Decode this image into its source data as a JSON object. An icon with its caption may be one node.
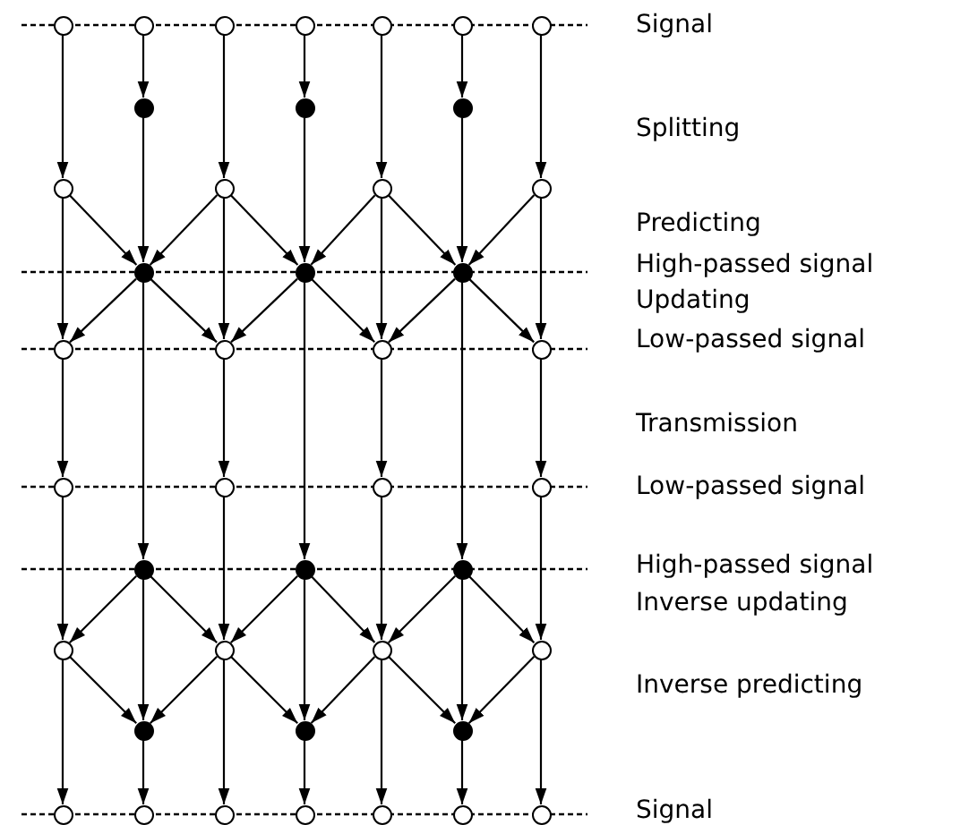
{
  "diagram": {
    "nodes": [
      {
        "text": [],
        "shape": "circle"
      },
      {
        "text": [],
        "shape": "circle"
      },
      {
        "text": [],
        "shape": "circle"
      },
      {
        "text": [],
        "shape": "circle"
      },
      {
        "text": [],
        "shape": "circle"
      },
      {
        "text": [],
        "shape": "circle"
      },
      {
        "text": [],
        "shape": "circle"
      },
      {
        "text": [],
        "shape": "dot"
      },
      {
        "text": [],
        "shape": "dot"
      },
      {
        "text": [],
        "shape": "dot"
      },
      {
        "text": [],
        "shape": "circle"
      },
      {
        "text": [],
        "shape": "circle"
      },
      {
        "text": [],
        "shape": "circle"
      },
      {
        "text": [],
        "shape": "circle"
      },
      {
        "text": [],
        "shape": "dot"
      },
      {
        "text": [],
        "shape": "dot"
      },
      {
        "text": [],
        "shape": "dot"
      },
      {
        "text": [],
        "shape": "circle"
      },
      {
        "text": [],
        "shape": "circle"
      },
      {
        "text": [],
        "shape": "circle"
      },
      {
        "text": [],
        "shape": "circle"
      },
      {
        "text": [],
        "shape": "circle"
      },
      {
        "text": [],
        "shape": "circle"
      },
      {
        "text": [],
        "shape": "circle"
      },
      {
        "text": [],
        "shape": "circle"
      },
      {
        "text": [],
        "shape": "dot"
      },
      {
        "text": [],
        "shape": "dot"
      },
      {
        "text": [],
        "shape": "dot"
      },
      {
        "text": [],
        "shape": "circle"
      },
      {
        "text": [],
        "shape": "circle"
      },
      {
        "text": [],
        "shape": "circle"
      },
      {
        "text": [],
        "shape": "circle"
      },
      {
        "text": [],
        "shape": "dot"
      },
      {
        "text": [],
        "shape": "dot"
      },
      {
        "text": [],
        "shape": "dot"
      },
      {
        "text": [],
        "shape": "circle"
      },
      {
        "text": [],
        "shape": "circle"
      },
      {
        "text": [],
        "shape": "circle"
      },
      {
        "text": [],
        "shape": "circle"
      },
      {
        "text": [],
        "shape": "circle"
      },
      {
        "text": [],
        "shape": "circle"
      },
      {
        "text": [],
        "shape": "circle"
      }
    ],
    "edges": [
      {
        "from": 1,
        "to": 7,
        "arrow": "to"
      },
      {
        "from": 3,
        "to": 8,
        "arrow": "to"
      },
      {
        "from": 5,
        "to": 9,
        "arrow": "to"
      },
      {
        "from": 0,
        "to": 10,
        "arrow": "to"
      },
      {
        "from": 2,
        "to": 11,
        "arrow": "to"
      },
      {
        "from": 4,
        "to": 12,
        "arrow": "to"
      },
      {
        "from": 6,
        "to": 13,
        "arrow": "to"
      },
      {
        "from": 7,
        "to": 14,
        "arrow": "to"
      },
      {
        "from": 8,
        "to": 15,
        "arrow": "to"
      },
      {
        "from": 9,
        "to": 16,
        "arrow": "to"
      },
      {
        "from": 10,
        "to": 14,
        "arrow": "to"
      },
      {
        "from": 11,
        "to": 14,
        "arrow": "to"
      },
      {
        "from": 11,
        "to": 15,
        "arrow": "to"
      },
      {
        "from": 12,
        "to": 15,
        "arrow": "to"
      },
      {
        "from": 12,
        "to": 16,
        "arrow": "to"
      },
      {
        "from": 13,
        "to": 16,
        "arrow": "to"
      },
      {
        "from": 10,
        "to": 17,
        "arrow": "to"
      },
      {
        "from": 11,
        "to": 18,
        "arrow": "to"
      },
      {
        "from": 12,
        "to": 19,
        "arrow": "to"
      },
      {
        "from": 13,
        "to": 20,
        "arrow": "to"
      },
      {
        "from": 14,
        "to": 17,
        "arrow": "to"
      },
      {
        "from": 14,
        "to": 18,
        "arrow": "to"
      },
      {
        "from": 15,
        "to": 18,
        "arrow": "to"
      },
      {
        "from": 15,
        "to": 19,
        "arrow": "to"
      },
      {
        "from": 16,
        "to": 19,
        "arrow": "to"
      },
      {
        "from": 16,
        "to": 20,
        "arrow": "to"
      },
      {
        "from": 17,
        "to": 21,
        "arrow": "to"
      },
      {
        "from": 18,
        "to": 22,
        "arrow": "to"
      },
      {
        "from": 19,
        "to": 23,
        "arrow": "to"
      },
      {
        "from": 20,
        "to": 24,
        "arrow": "to"
      },
      {
        "from": 14,
        "to": 25,
        "arrow": "to"
      },
      {
        "from": 15,
        "to": 26,
        "arrow": "to"
      },
      {
        "from": 16,
        "to": 27,
        "arrow": "to"
      },
      {
        "from": 21,
        "to": 28,
        "arrow": "to"
      },
      {
        "from": 22,
        "to": 29,
        "arrow": "to"
      },
      {
        "from": 23,
        "to": 30,
        "arrow": "to"
      },
      {
        "from": 24,
        "to": 31,
        "arrow": "to"
      },
      {
        "from": 25,
        "to": 28,
        "arrow": "to"
      },
      {
        "from": 25,
        "to": 29,
        "arrow": "to"
      },
      {
        "from": 26,
        "to": 29,
        "arrow": "to"
      },
      {
        "from": 26,
        "to": 30,
        "arrow": "to"
      },
      {
        "from": 27,
        "to": 30,
        "arrow": "to"
      },
      {
        "from": 27,
        "to": 31,
        "arrow": "to"
      },
      {
        "from": 25,
        "to": 32,
        "arrow": "to"
      },
      {
        "from": 26,
        "to": 33,
        "arrow": "to"
      },
      {
        "from": 27,
        "to": 34,
        "arrow": "to"
      },
      {
        "from": 28,
        "to": 32,
        "arrow": "to"
      },
      {
        "from": 29,
        "to": 32,
        "arrow": "to"
      },
      {
        "from": 29,
        "to": 33,
        "arrow": "to"
      },
      {
        "from": 30,
        "to": 33,
        "arrow": "to"
      },
      {
        "from": 30,
        "to": 34,
        "arrow": "to"
      },
      {
        "from": 31,
        "to": 34,
        "arrow": "to"
      },
      {
        "from": 28,
        "to": 35,
        "arrow": "to"
      },
      {
        "from": 29,
        "to": 37,
        "arrow": "to"
      },
      {
        "from": 30,
        "to": 39,
        "arrow": "to"
      },
      {
        "from": 31,
        "to": 41,
        "arrow": "to"
      },
      {
        "from": 32,
        "to": 36,
        "arrow": "to"
      },
      {
        "from": 33,
        "to": 38,
        "arrow": "to"
      },
      {
        "from": 34,
        "to": 40,
        "arrow": "to"
      }
    ],
    "labels": [
      "Signal",
      "Splitting",
      "Predicting",
      "High-passed signal",
      "Updating",
      "Low-passed signal",
      "Transmission",
      "Low-passed signal",
      "High-passed signal",
      "Inverse updating",
      "Inverse predicting",
      "Signal"
    ]
  }
}
